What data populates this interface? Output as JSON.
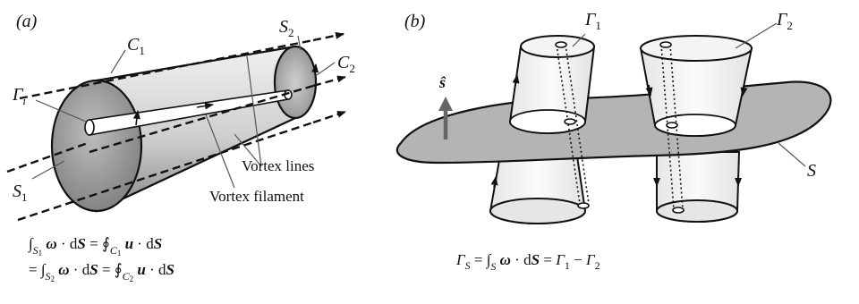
{
  "panel_a": {
    "tag": "(a)",
    "labels": {
      "C1": "C1",
      "C2": "C2",
      "S1": "S1",
      "S2": "S2",
      "Gamma_i": "Γi",
      "vortex_lines": "Vortex lines",
      "vortex_filament": "Vortex filament"
    },
    "equation_line1": "∫S1 ω · dS = ∮C1 u · dS",
    "equation_line2": "= ∫S2 ω · dS = ∮C2 u · dS"
  },
  "panel_b": {
    "tag": "(b)",
    "labels": {
      "Gamma_1": "Γ1",
      "Gamma_2": "Γ2",
      "S": "S",
      "s_hat": "ŝ"
    },
    "equation": "ΓS = ∫S ω · dS = Γ1 − Γ2"
  },
  "colors": {
    "ink": "#111111",
    "surface_gray": "#b4b4b4",
    "tube_light": "#e8e8e8",
    "arrow_gray": "#666666"
  }
}
